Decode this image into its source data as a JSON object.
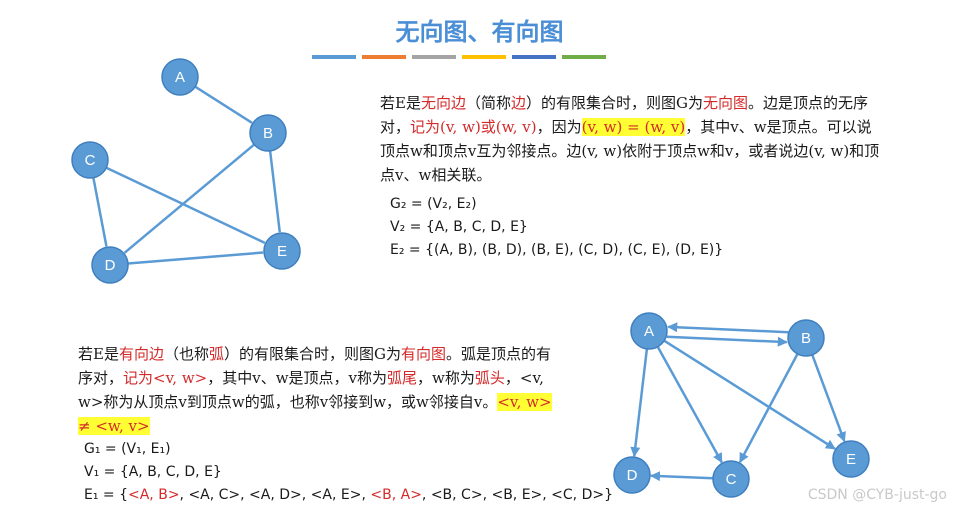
{
  "title": "无向图、有向图",
  "accent_colors": [
    "#5b9bd5",
    "#ed7d31",
    "#a5a5a5",
    "#ffc000",
    "#4472c4",
    "#70ad47"
  ],
  "node_color": "#5b9bd5",
  "undirected": {
    "nodes": [
      "A",
      "B",
      "C",
      "D",
      "E"
    ],
    "edges": [
      [
        "A",
        "B"
      ],
      [
        "B",
        "D"
      ],
      [
        "B",
        "E"
      ],
      [
        "C",
        "D"
      ],
      [
        "C",
        "E"
      ],
      [
        "D",
        "E"
      ]
    ],
    "text": {
      "p1": "若E是",
      "p1_red": "无向边",
      "p2": "（简称",
      "p2_red": "边",
      "p3": "）的有限集合时，则图G为",
      "p3_red": "无向图",
      "p4": "。边是顶点的无序对，",
      "p4_red": "记为(v, w)或(w, v)",
      "p5": "，因为",
      "p5_hl": "(v, w) = (w, v)",
      "p6": "，其中v、w是顶点。可以说顶点w和顶点v互为邻接点。边(v, w)依附于顶点w和v，或者说边(v, w)和顶点v、w相关联。"
    },
    "math": {
      "line1": "G₂ = (V₂, E₂)",
      "line2": "V₂ = {A, B, C, D, E}",
      "line3": "E₂ = {(A, B), (B, D), (B, E), (C, D), (C, E), (D, E)}"
    }
  },
  "directed": {
    "nodes": [
      "A",
      "B",
      "C",
      "D",
      "E"
    ],
    "edges": [
      [
        "A",
        "B"
      ],
      [
        "B",
        "A"
      ],
      [
        "A",
        "C"
      ],
      [
        "A",
        "D"
      ],
      [
        "A",
        "E"
      ],
      [
        "B",
        "C"
      ],
      [
        "B",
        "E"
      ],
      [
        "C",
        "D"
      ]
    ],
    "text": {
      "p1": "若E是",
      "p1_red": "有向边",
      "p2": "（也称",
      "p2_red": "弧",
      "p3": "）的有限集合时，则图G为",
      "p3_red": "有向图",
      "p4": "。弧是顶点的有序对，",
      "p4_red": "记为<v, w>",
      "p5": "，其中v、w是顶点，v称为",
      "p5_red": "弧尾",
      "p6": "，w称为",
      "p6_red": "弧头",
      "p7": "，<v, w>称为从顶点v到顶点w的弧，也称v邻接到w，或w邻接自v。",
      "p7_hl": "<v, w> ≠ <w, v>"
    },
    "math": {
      "line1": "G₁ = (V₁, E₁)",
      "line2": "V₁ = {A, B, C, D, E}",
      "line3_prefix": "E₁ = {",
      "items": [
        {
          "text": "<A, B>",
          "red": true
        },
        {
          "text": ", <A, C>, <A, D>, <A, E>, ",
          "red": false
        },
        {
          "text": "<B, A>",
          "red": true
        },
        {
          "text": ", <B, C>, <B, E>, <C, D>}",
          "red": false
        }
      ]
    }
  },
  "watermark": "CSDN @CYB-just-go"
}
